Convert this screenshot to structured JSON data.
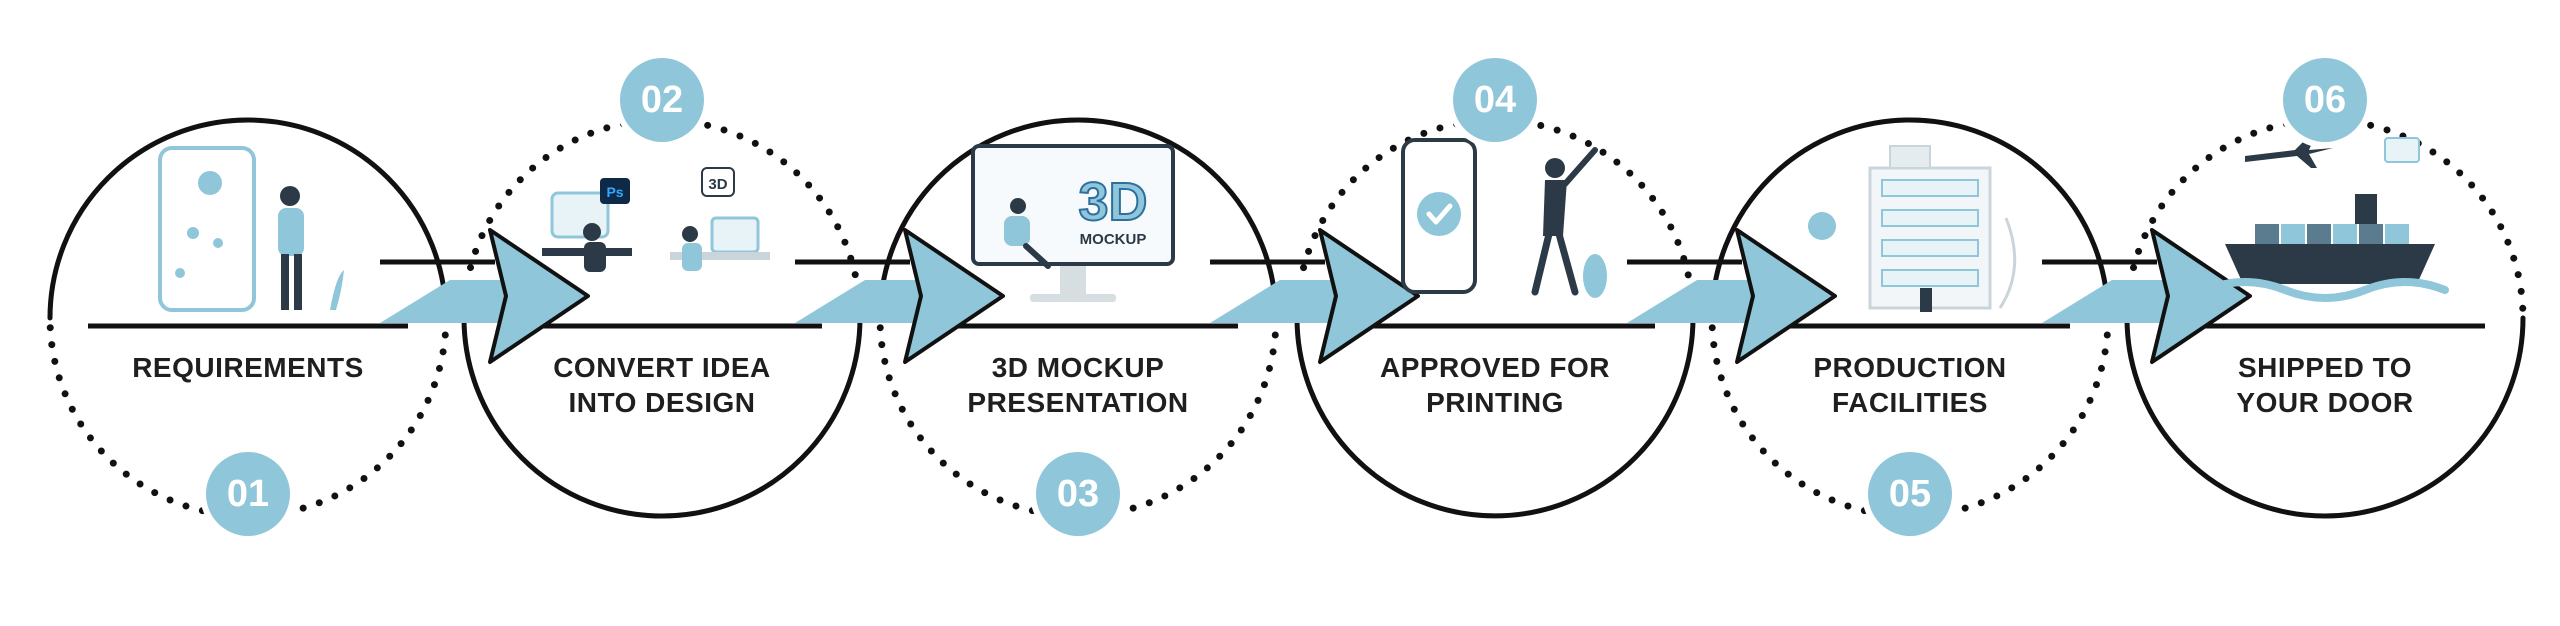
{
  "accent_color": "#8fc6d9",
  "line_color": "#111111",
  "steps": [
    {
      "number": "01",
      "label_lines": [
        "REQUIREMENTS"
      ],
      "illustration": "person-with-phone-requirements"
    },
    {
      "number": "02",
      "label_lines": [
        "CONVERT IDEA",
        "INTO DESIGN"
      ],
      "illustration": "designers-at-desks",
      "icon_text": [
        "Ps",
        "3D"
      ]
    },
    {
      "number": "03",
      "label_lines": [
        "3D MOCKUP",
        "PRESENTATION"
      ],
      "illustration": "monitor-3d-mockup",
      "icon_text": [
        "3D",
        "MOCKUP"
      ]
    },
    {
      "number": "04",
      "label_lines": [
        "APPROVED FOR",
        "PRINTING"
      ],
      "illustration": "phone-checkmark-woman"
    },
    {
      "number": "05",
      "label_lines": [
        "PRODUCTION",
        "FACILITIES"
      ],
      "illustration": "factory-building"
    },
    {
      "number": "06",
      "label_lines": [
        "SHIPPED TO",
        "YOUR DOOR"
      ],
      "illustration": "cargo-ship-and-airplane"
    }
  ]
}
